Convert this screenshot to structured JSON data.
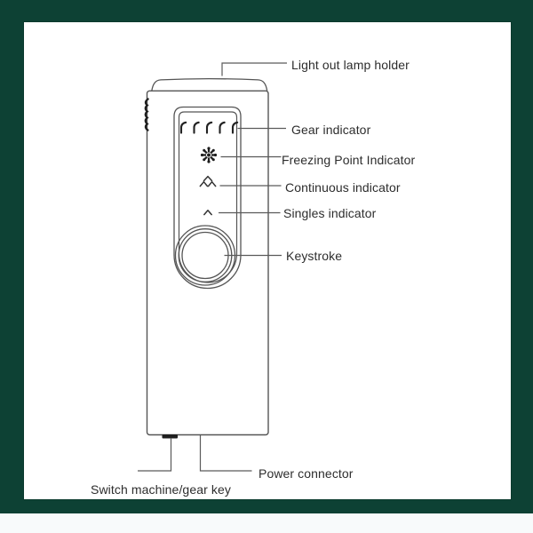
{
  "page": {
    "kind": "product parts diagram",
    "colors": {
      "frame_green": "#0d4134",
      "panel_white": "#ffffff",
      "line_gray": "#555555",
      "dark_detail": "#1f1f1f",
      "text": "#2d2d2d",
      "page_bottom_strip": "#f8fafb"
    }
  },
  "device": {
    "name": "handheld-device-line-drawing",
    "callouts": [
      {
        "id": "lamp_holder",
        "label": "Light out lamp holder",
        "icon": "lamp-head-cap"
      },
      {
        "id": "gear_indicator",
        "label": "Gear indicator",
        "icon": "five-level-marks"
      },
      {
        "id": "freezing_point_indicator",
        "label": "Freezing Point Indicator",
        "icon": "snowflake"
      },
      {
        "id": "continuous_indicator",
        "label": "Continuous indicator",
        "icon": "triple-caret"
      },
      {
        "id": "singles_indicator",
        "label": "Singles indicator",
        "icon": "single-caret"
      },
      {
        "id": "keystroke",
        "label": "Keystroke",
        "icon": "round-button"
      },
      {
        "id": "power_connector",
        "label": "Power connector",
        "icon": "bottom-connector"
      },
      {
        "id": "switch_key",
        "label": "Switch machine/gear key",
        "icon": "bottom-switch-tab"
      }
    ]
  }
}
